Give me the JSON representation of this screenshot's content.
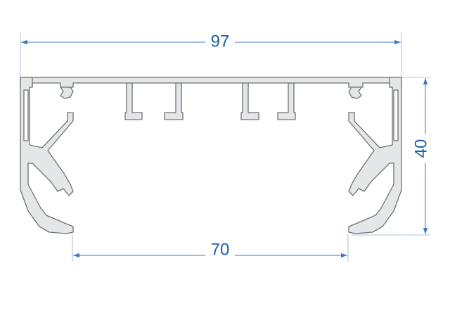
{
  "dimensions": {
    "overall_width": "97",
    "bottom_opening": "70",
    "height": "40"
  },
  "colors": {
    "dimension": "#1f5fa3",
    "profile_outline": "#6e7276",
    "profile_fill": "#e4e6e8"
  }
}
